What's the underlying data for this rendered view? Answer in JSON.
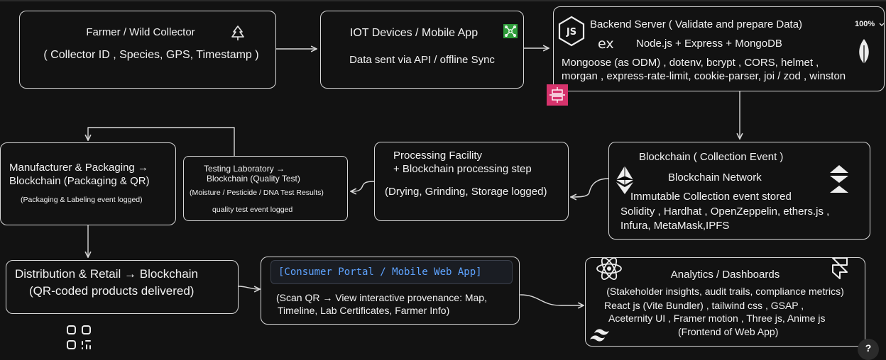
{
  "zoom_label": "100%",
  "help_label": "?",
  "colors": {
    "accent_link": "#5ea3ff",
    "aws_green": "#2e9d3a",
    "pink_badge": "#d6336c"
  },
  "nodes": {
    "farmer": {
      "title": "Farmer / Wild Collector",
      "detail": "( Collector ID , Species, GPS, Timestamp )",
      "icon": "tree-icon"
    },
    "iot": {
      "title": "IOT Devices / Mobile App",
      "detail": "Data sent via API / offline Sync",
      "icon": "iot-icon"
    },
    "backend": {
      "title": "Backend Server ( Validate and prepare Data)",
      "stack": "Node.js + Express + MongoDB",
      "libs_line1": "Mongoose (as ODM) , dotenv, bcrypt , CORS, helmet ,",
      "libs_line2": "morgan , express-rate-limit, cookie-parser, joi / zod , winston",
      "icons": [
        "nodejs-icon",
        "express-icon",
        "mongodb-leaf-icon",
        "api-gateway-icon"
      ]
    },
    "blockchain": {
      "title": "Blockchain ( Collection Event )",
      "network": "Blockchain Network",
      "stored": "Immutable Collection event stored",
      "tools_line1": "Solidity , Hardhat , OpenZeppelin, ethers.js ,",
      "tools_line2": "Infura, MetaMask,IPFS",
      "icons": [
        "ethereum-icon",
        "openzeppelin-icon"
      ]
    },
    "processing": {
      "line1": "Processing Facility",
      "line2": "+ Blockchain processing step",
      "line3": "(Drying, Grinding, Storage logged)"
    },
    "testing": {
      "line1": "Testing Laboratory →",
      "line2": "Blockchain (Quality Test)",
      "line3": "(Moisture / Pesticide / DNA Test Results)",
      "line4": "quality test event logged"
    },
    "manufacturer": {
      "line1": "Manufacturer & Packaging →",
      "line2": "Blockchain (Packaging & QR)",
      "line3": "(Packaging & Labeling event logged)"
    },
    "distribution": {
      "line1": "Distribution & Retail → Blockchain",
      "line2": "(QR-coded products delivered)",
      "icon": "qr-code-icon"
    },
    "portal": {
      "title": "[Consumer Portal / Mobile Web App]",
      "line1": "(Scan QR → View interactive provenance: Map,",
      "line2": "Timeline, Lab Certificates, Farmer Info)"
    },
    "analytics": {
      "title": "Analytics / Dashboards",
      "line1": "(Stakeholder insights, audit trails, compliance metrics)",
      "line2": "React js (Vite Bundler) , tailwind css , GSAP ,",
      "line3": "Aceternity UI , Framer motion , Three js, Anime js",
      "line4": "(Frontend of Web App)",
      "icons": [
        "react-icon",
        "framer-icon",
        "tailwind-icon"
      ]
    }
  }
}
